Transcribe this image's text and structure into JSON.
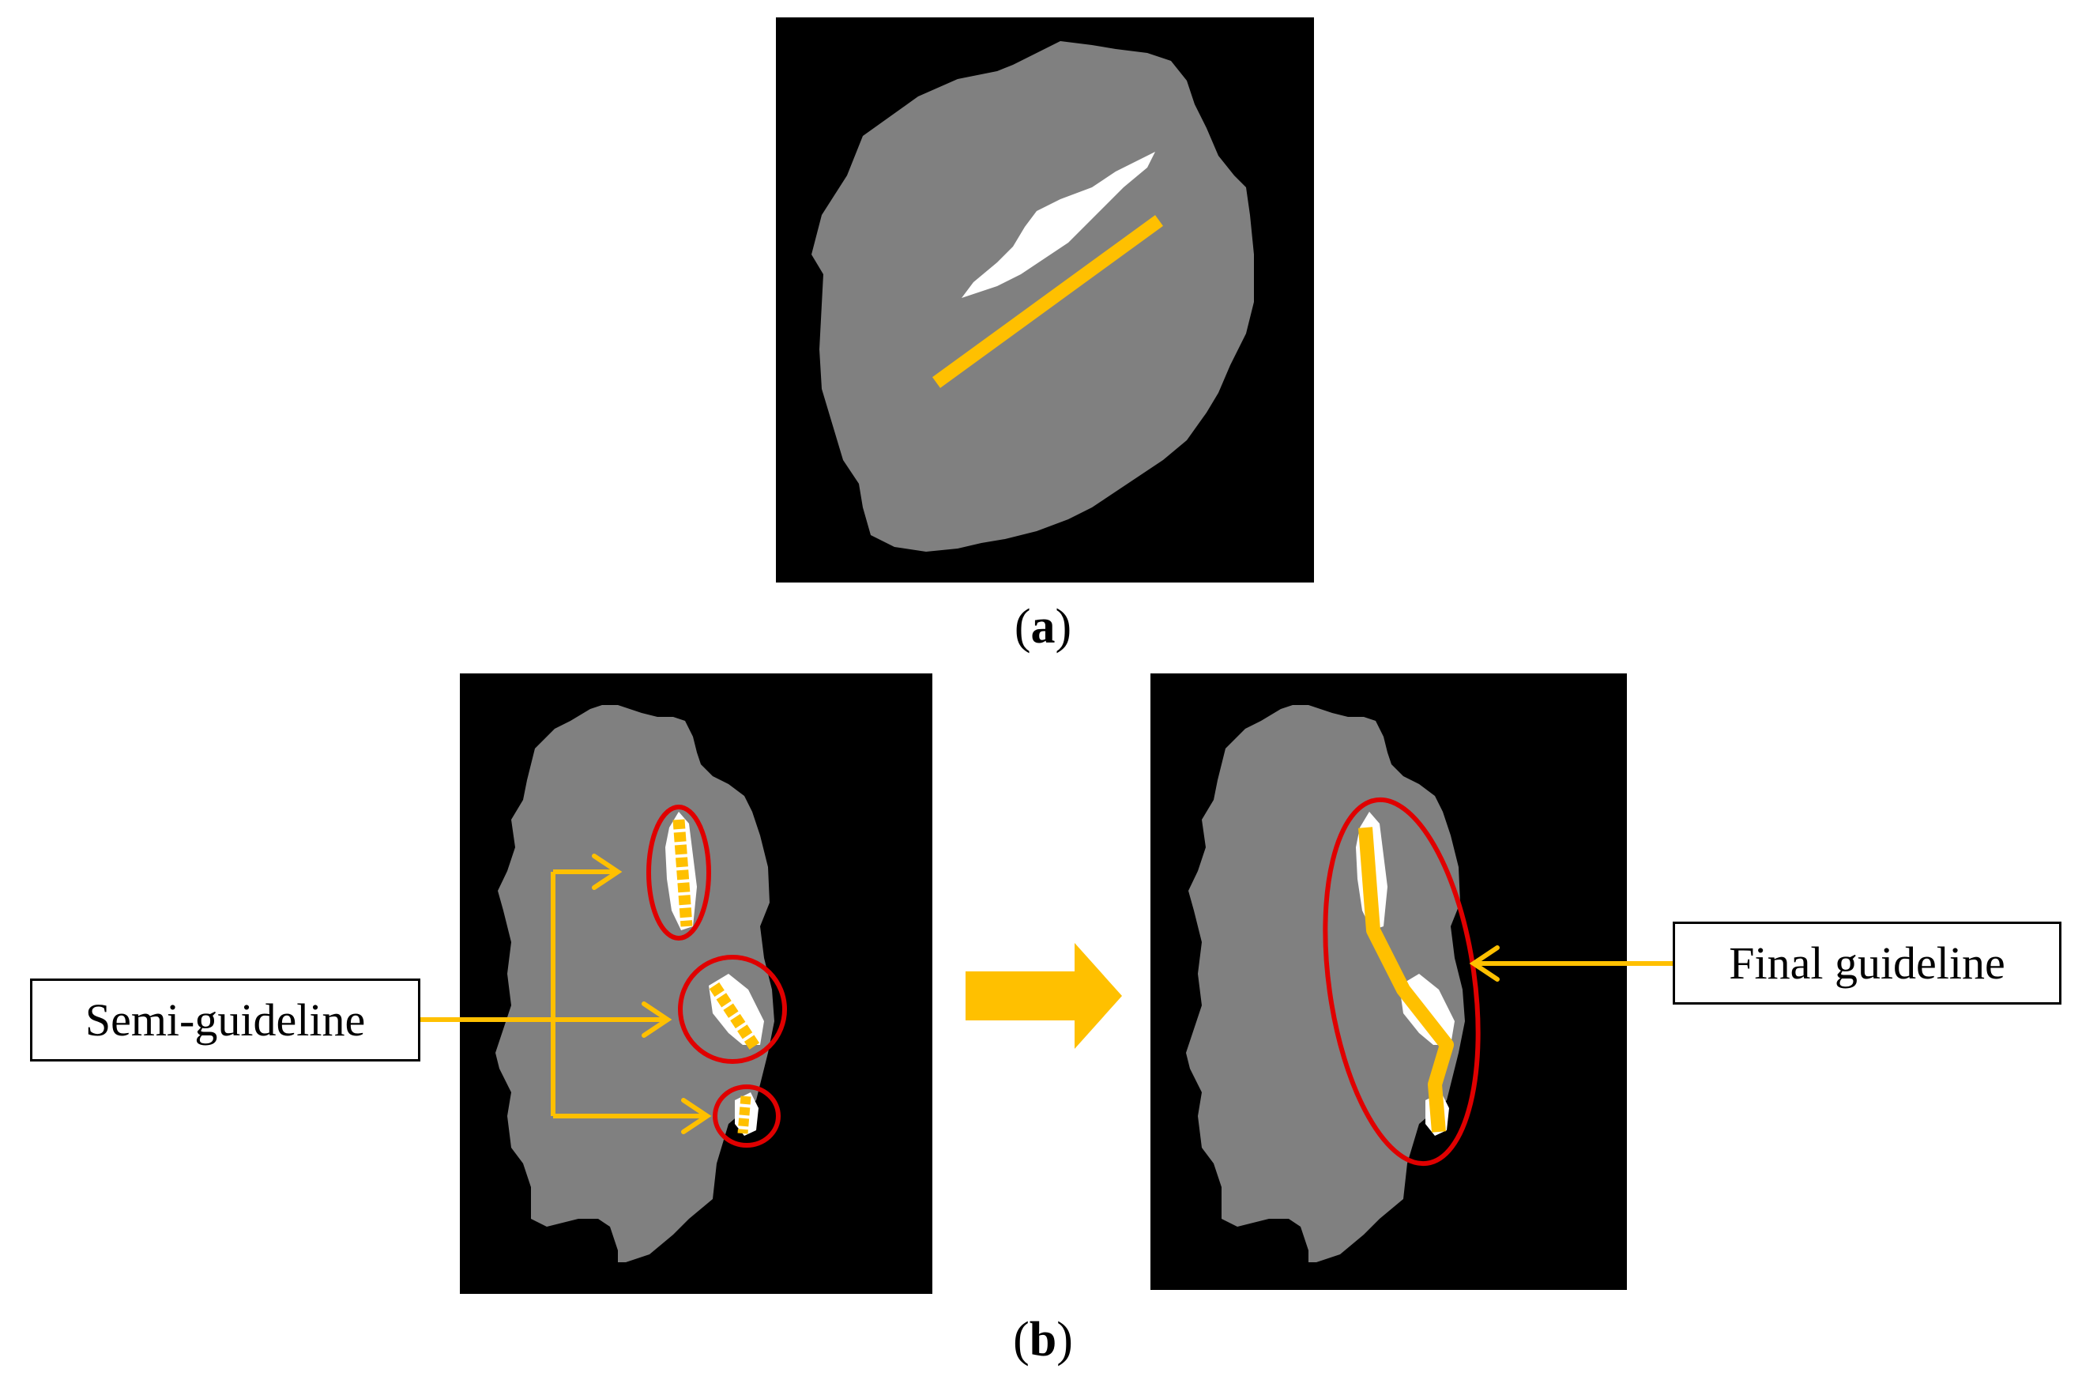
{
  "captions": {
    "a_letter": "a",
    "b_letter": "b",
    "open": "(",
    "close": ")"
  },
  "labels": {
    "semi_guideline": "Semi-guideline",
    "final_guideline": "Final guideline"
  },
  "colors": {
    "background": "#000000",
    "region": "#808080",
    "crack": "#ffffff",
    "guideline": "#ffc000",
    "highlight": "#e00000"
  }
}
